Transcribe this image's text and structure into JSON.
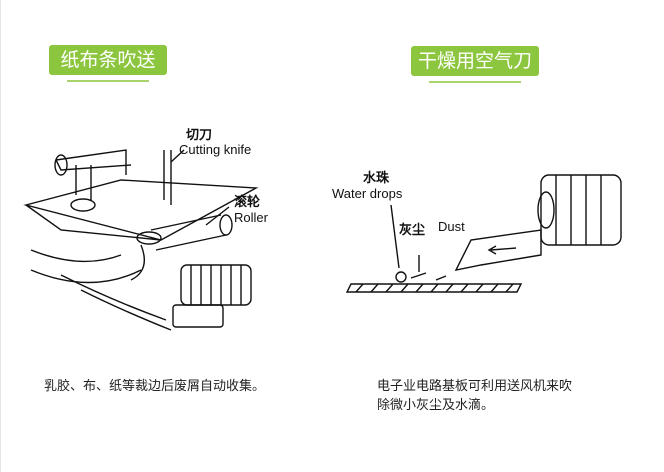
{
  "left": {
    "title": "纸布条吹送",
    "label_knife_cn": "切刀",
    "label_knife_en": "Cutting knife",
    "label_roller_cn": "滚轮",
    "label_roller_en": "Roller",
    "caption": "乳胶、布、纸等裁边后废屑自动收集。"
  },
  "right": {
    "title": "干燥用空气刀",
    "label_water_cn": "水珠",
    "label_water_en": "Water drops",
    "label_dust_cn": "灰尘",
    "label_dust_en": "Dust",
    "caption_line1": "电子业电路基板可利用送风机来吹",
    "caption_line2": "除微小灰尘及水滴。"
  },
  "colors": {
    "accent": "#8cc63f"
  }
}
